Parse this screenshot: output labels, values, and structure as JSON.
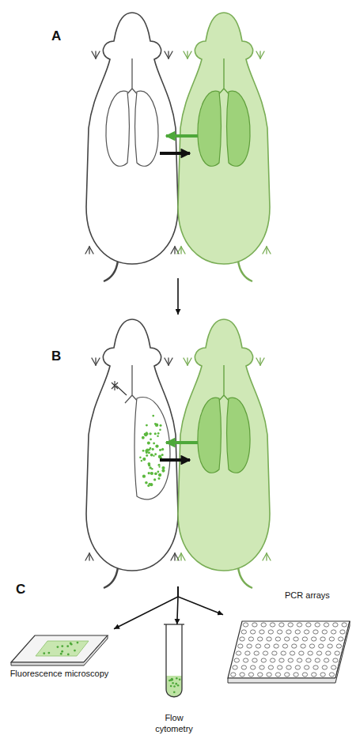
{
  "diagram": {
    "nodes": [
      {
        "text": [
          "A"
        ]
      },
      {
        "text": [
          "B"
        ]
      },
      {
        "text": [
          "Fluorescence microscopy"
        ]
      },
      {
        "text": [
          "Flow cytometry"
        ]
      },
      {
        "text": [
          "PCR arrays"
        ]
      }
    ],
    "edges": [
      {
        "from": 0,
        "to": 1,
        "arrow": "to"
      },
      {
        "from": 1,
        "to": 2,
        "arrow": "to"
      },
      {
        "from": 1,
        "to": 3,
        "arrow": "to"
      },
      {
        "from": 1,
        "to": 4,
        "arrow": "to"
      }
    ],
    "labels": [
      "C"
    ]
  }
}
